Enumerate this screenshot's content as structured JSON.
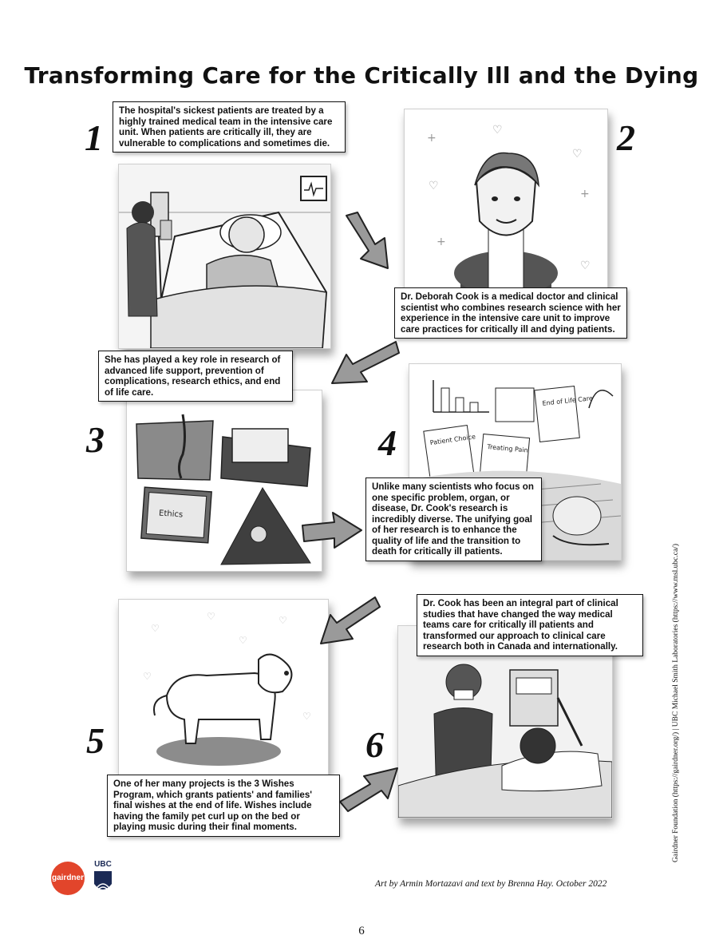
{
  "title": "Transforming Care for the Critically Ill and the Dying",
  "panels": [
    {
      "number": "1",
      "caption": "The hospital's sickest patients are treated by a highly trained medical team in the intensive care unit. When patients are critically ill, they are vulnerable to complications and sometimes die."
    },
    {
      "number": "2",
      "caption": "Dr. Deborah Cook is a medical doctor and clinical scientist who combines research science with her experience in the intensive care unit to improve care practices for critically ill and dying patients."
    },
    {
      "number": "3",
      "caption": "She has played a key role in research of advanced life support, prevention of complications, research ethics, and end of life care.",
      "labels": {
        "ethics": "Ethics"
      }
    },
    {
      "number": "4",
      "caption": "Unlike many scientists who focus on one specific problem, organ, or disease, Dr. Cook's research is incredibly diverse. The unifying goal of her research is to enhance the quality of life and the transition to death for critically ill patients.",
      "labels": {
        "end_of_life": "End of Life Care",
        "patient_choice": "Patient Choice",
        "treating_pain": "Treating Pain"
      }
    },
    {
      "number": "5",
      "caption": "One of her many projects is the 3 Wishes Program, which grants patients' and families' final wishes at the end of life. Wishes include having the family pet curl up on the bed or playing music during their final moments."
    },
    {
      "number": "6",
      "caption": "Dr. Cook has been an integral part of clinical studies that have changed the way medical teams care for critically ill patients and transformed our approach to clinical care research both in Canada and internationally."
    }
  ],
  "logos": {
    "gairdner": "gairdner",
    "ubc": "UBC"
  },
  "credit": "Art by Armin Mortazavi and text by Brenna Hay. October 2022",
  "side_credit": "Gairdner Foundation (https://gairdner.org/) | UBC Michael Smith Laboratories (https://www.msl.ubc.ca/)",
  "page_number": "6"
}
